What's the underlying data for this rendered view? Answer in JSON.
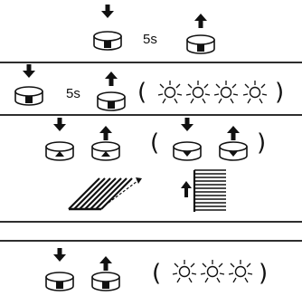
{
  "rows": [
    {
      "id": "row-1",
      "label": "5s"
    },
    {
      "id": "row-2",
      "label": "5s",
      "paren_open": "(",
      "paren_close": ")"
    },
    {
      "id": "row-3",
      "paren_open": "(",
      "paren_close": ")"
    },
    {
      "id": "row-5",
      "paren_open": "(",
      "paren_close": ")"
    }
  ],
  "icons": {
    "press": "button-press-arrow-down-icon",
    "release": "button-release-arrow-up-icon",
    "pressed_button": "button-with-triangle-icon",
    "light": "blinking-light-icon",
    "blind": "venetian-blind-slats-icon",
    "shutter": "roller-shutter-icon"
  },
  "colors": {
    "ink": "#111111",
    "fill": "#ffffff",
    "divider": "#000000"
  }
}
